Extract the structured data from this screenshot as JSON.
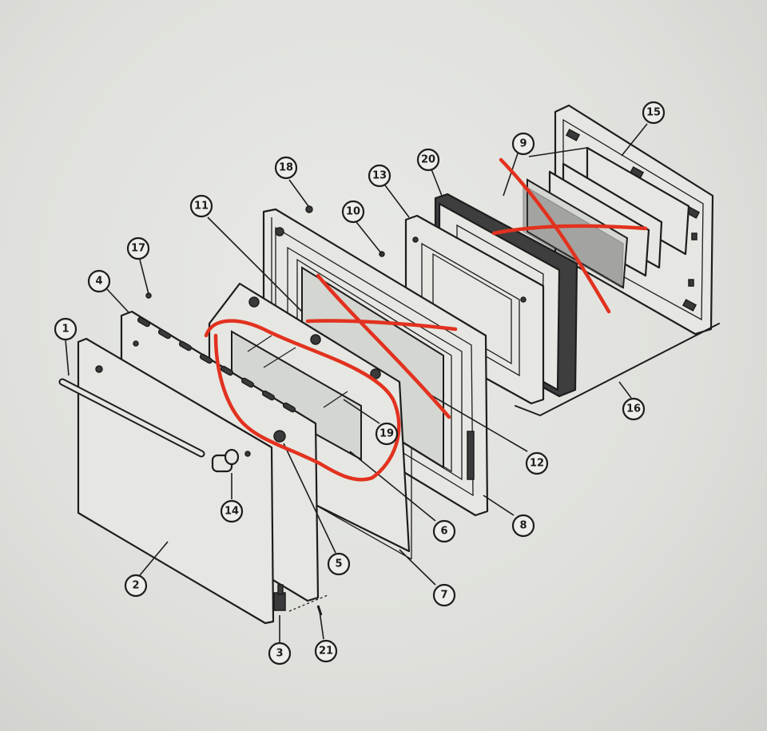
{
  "callouts": [
    {
      "id": "c1",
      "label": "1"
    },
    {
      "id": "c2",
      "label": "2"
    },
    {
      "id": "c3",
      "label": "3"
    },
    {
      "id": "c4",
      "label": "4"
    },
    {
      "id": "c5",
      "label": "5"
    },
    {
      "id": "c6",
      "label": "6"
    },
    {
      "id": "c7",
      "label": "7"
    },
    {
      "id": "c8",
      "label": "8"
    },
    {
      "id": "c9",
      "label": "9"
    },
    {
      "id": "c10",
      "label": "10"
    },
    {
      "id": "c11",
      "label": "11"
    },
    {
      "id": "c12",
      "label": "12"
    },
    {
      "id": "c13",
      "label": "13"
    },
    {
      "id": "c14",
      "label": "14"
    },
    {
      "id": "c15",
      "label": "15"
    },
    {
      "id": "c16",
      "label": "16"
    },
    {
      "id": "c17",
      "label": "17"
    },
    {
      "id": "c18",
      "label": "18"
    },
    {
      "id": "c19",
      "label": "19"
    },
    {
      "id": "c20",
      "label": "20"
    },
    {
      "id": "c21",
      "label": "21"
    }
  ],
  "annotation_color": "#e2321f",
  "line_color": "#1d1d1d"
}
